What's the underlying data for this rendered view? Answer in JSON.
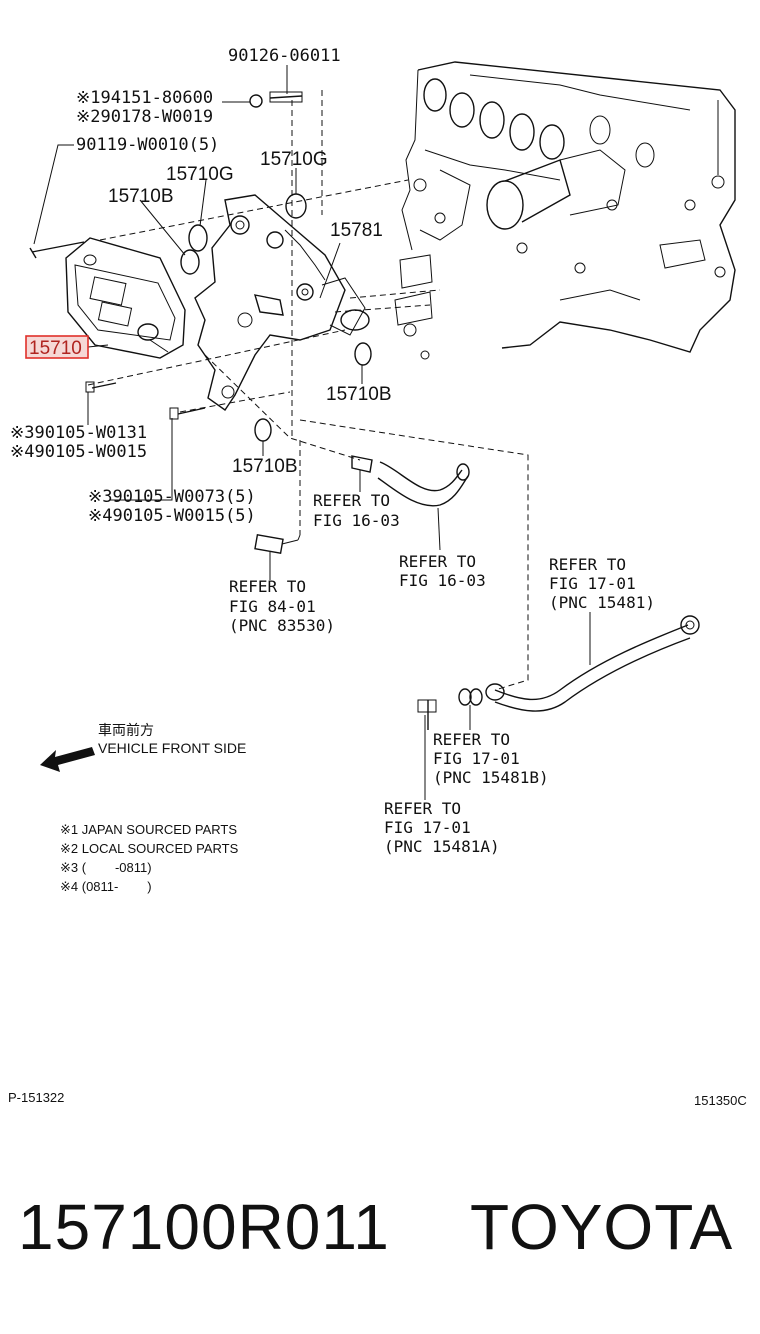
{
  "labels": {
    "p_90126": "90126-06011",
    "p_94151": "※194151-80600",
    "p_90178": "※290178-W0019",
    "p_90119": "90119-W0010(5)",
    "p_15710G_a": "15710G",
    "p_15710G_b": "15710G",
    "p_15710B_a": "15710B",
    "p_15781": "15781",
    "p_15710": "15710",
    "p_15710B_b": "15710B",
    "p_90105_w0131": "※390105-W0131",
    "p_90105_w0015_a": "※490105-W0015",
    "p_15710B_c": "15710B",
    "p_90105_w0073": "※390105-W0073(5)",
    "p_90105_w0015_b": "※490105-W0015(5)"
  },
  "refs": {
    "r1_l1": "REFER TO",
    "r1_l2": "FIG 16-03",
    "r2_l1": "REFER TO",
    "r2_l2": "FIG 16-03",
    "r3_l1": "REFER TO",
    "r3_l2": "FIG 17-01",
    "r3_l3": "(PNC 15481)",
    "r4_l1": "REFER TO",
    "r4_l2": "FIG 84-01",
    "r4_l3": "(PNC 83530)",
    "r5_l1": "REFER TO",
    "r5_l2": "FIG 17-01",
    "r5_l3": "(PNC 15481B)",
    "r6_l1": "REFER TO",
    "r6_l2": "FIG 17-01",
    "r6_l3": "(PNC 15481A)"
  },
  "direction": {
    "jp": "車両前方",
    "en": "VEHICLE FRONT SIDE",
    "icon": "arrow-left-icon"
  },
  "notes": [
    "※1 JAPAN SOURCED PARTS",
    "※2 LOCAL SOURCED PARTS",
    "※3 (        -0811)",
    "※4 (0811-        )"
  ],
  "codes": {
    "left": "P-151322",
    "right": "151350C"
  },
  "footer": {
    "part_number": "157100R011",
    "brand": "TOYOTA"
  },
  "colors": {
    "highlight": "#e0302a",
    "highlight_fill": "#f6d8d6",
    "ink": "#111111"
  }
}
